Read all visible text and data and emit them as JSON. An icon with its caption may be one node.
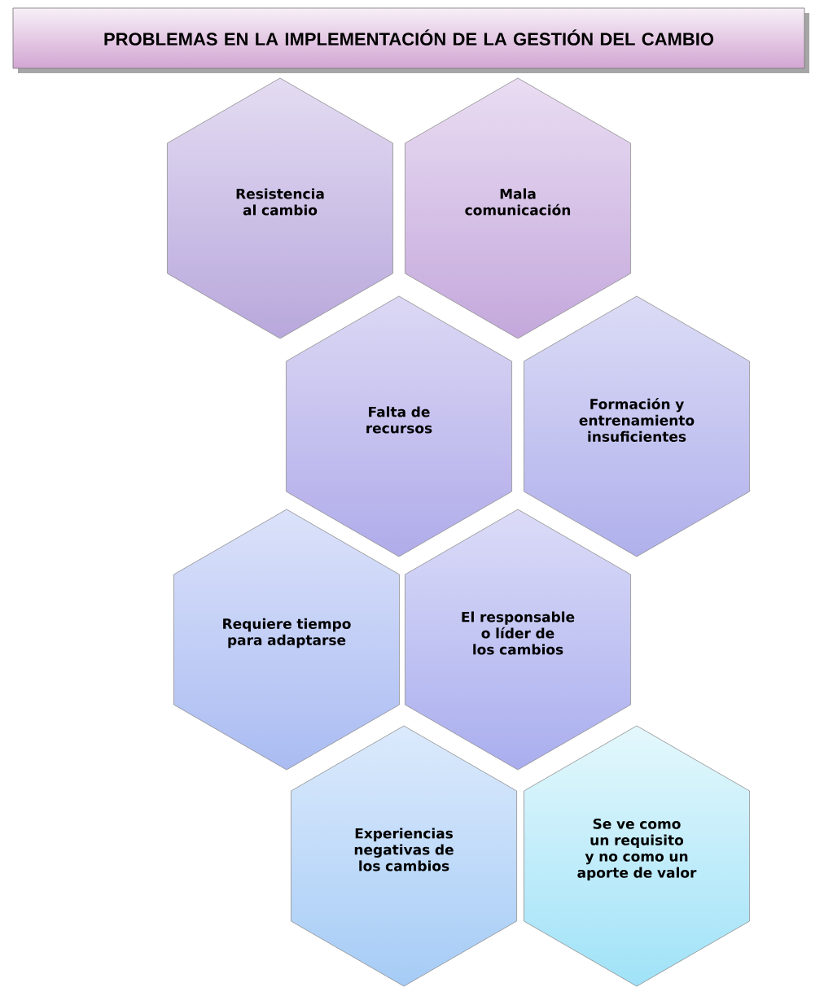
{
  "diagram": {
    "title": "PROBLEMAS EN LA IMPLEMENTACIÓN DE LA GESTIÓN DEL CAMBIO",
    "nodes": [
      {
        "text": [
          "Resistencia al cambio"
        ]
      },
      {
        "text": [
          "Mala comunicación"
        ]
      },
      {
        "text": [
          "Falta de recursos"
        ]
      },
      {
        "text": [
          "Formación y entrenamiento insuficientes"
        ]
      },
      {
        "text": [
          "Requiere tiempo para adaptarse"
        ]
      },
      {
        "text": [
          "El responsable o líder de los cambios"
        ]
      },
      {
        "text": [
          "Experiencias negativas de los cambios"
        ]
      },
      {
        "text": [
          "Se ve como un requisito y no como un aporte de valor"
        ]
      }
    ]
  }
}
